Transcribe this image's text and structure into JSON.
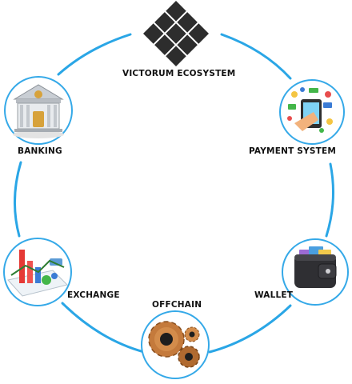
{
  "colors": {
    "ring": "#2aa6e6",
    "badge_border": "#35a9e8",
    "logo": "#2d2d2d",
    "gold": "#d7a23b",
    "copper": "#c47a3c"
  },
  "nodes": {
    "center": {
      "label": "VICTORUM ECOSYSTEM",
      "icon": "diamond-grid-logo"
    },
    "banking": {
      "label": "BANKING",
      "icon": "bank-building-icon"
    },
    "payment": {
      "label": "PAYMENT SYSTEM",
      "icon": "payment-tablet-icon"
    },
    "exchange": {
      "label": "EXCHANGE",
      "icon": "trading-chart-icon"
    },
    "wallet": {
      "label": "WALLET",
      "icon": "leather-wallet-icon"
    },
    "offchain": {
      "label": "OFFCHAIN",
      "icon": "gears-icon"
    }
  }
}
